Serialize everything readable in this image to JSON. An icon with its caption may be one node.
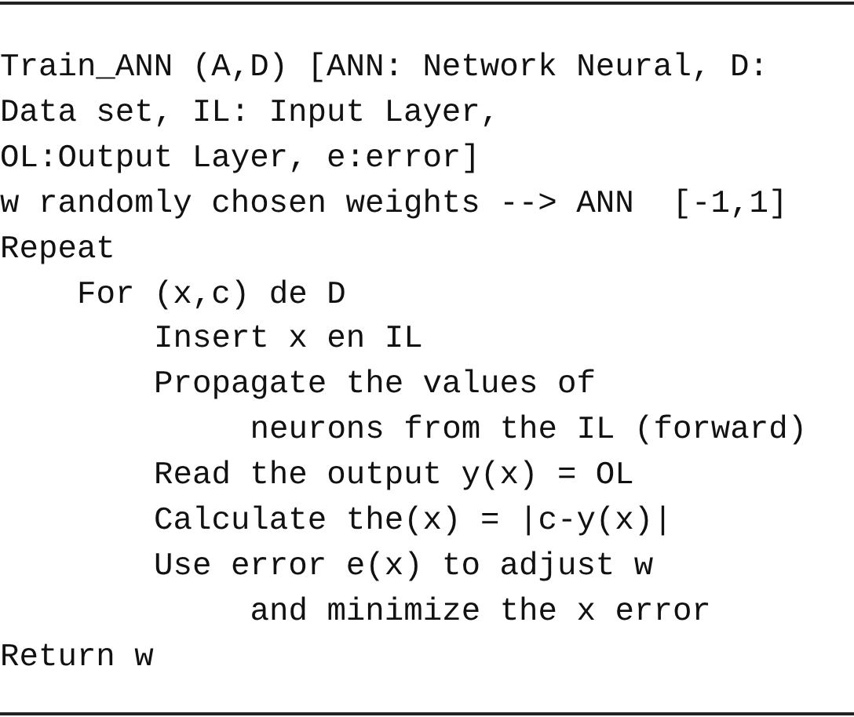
{
  "diagram": {
    "labels": [
      "Train_ANN (A,D) [ANN: Network Neural, D:",
      "Data set, IL: Input Layer,",
      "OL:Output Layer, e:error]",
      "w randomly chosen weights --> ANN  [-1,1]",
      "Repeat",
      "For (x,c) de D",
      "Insert x en IL",
      "Propagate the values of",
      "neurons from the IL (forward)",
      "Read the output y(x) = OL",
      "Calculate the(x) = |c-y(x)|",
      "Use error e(x) to adjust w",
      "and minimize the x error",
      "Return w"
    ]
  }
}
